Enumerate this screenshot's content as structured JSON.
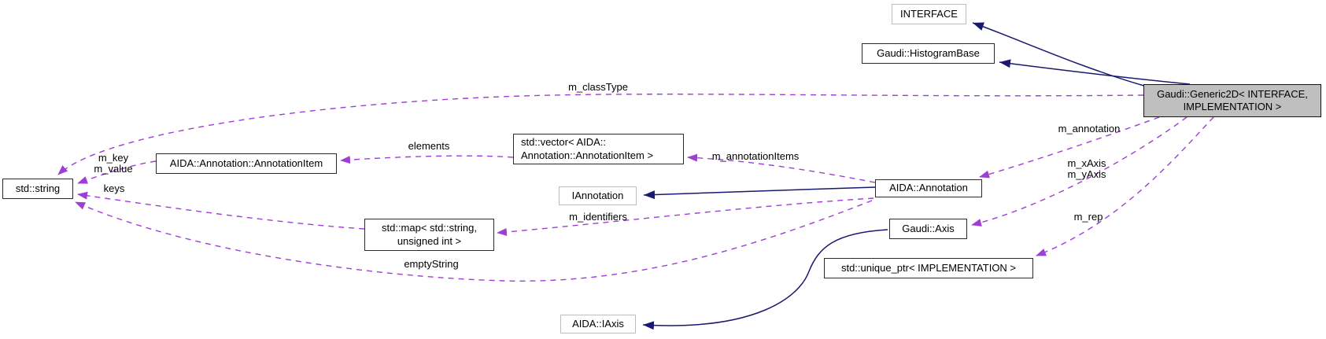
{
  "diagram": {
    "type": "doxygen-collaboration-graph",
    "colors": {
      "inheritance_edge": "#191970",
      "usage_edge": "#9e3fd3",
      "node_background": "#ffffff",
      "highlight_node_background": "#bfbfbf",
      "node_border_dark": "#2b2b2b",
      "node_border_light": "#bdbdbd"
    }
  },
  "nodes": [
    {
      "id": "interface",
      "label": "INTERFACE"
    },
    {
      "id": "histogram_base",
      "label": "Gaudi::HistogramBase"
    },
    {
      "id": "generic2d",
      "label": "Gaudi::Generic2D< INTERFACE,\nIMPLEMENTATION >"
    },
    {
      "id": "std_string",
      "label": "std::string"
    },
    {
      "id": "annotation_item",
      "label": "AIDA::Annotation::AnnotationItem"
    },
    {
      "id": "std_vector",
      "label": "std::vector< AIDA::\nAnnotation::AnnotationItem >"
    },
    {
      "id": "iannotation",
      "label": "IAnnotation"
    },
    {
      "id": "aida_annotation",
      "label": "AIDA::Annotation"
    },
    {
      "id": "std_map",
      "label": "std::map< std::string,\nunsigned int >"
    },
    {
      "id": "gaudi_axis",
      "label": "Gaudi::Axis"
    },
    {
      "id": "unique_ptr",
      "label": "std::unique_ptr< IMPLEMENTATION >"
    },
    {
      "id": "aida_iaxis",
      "label": "AIDA::IAxis"
    }
  ],
  "edges": [
    {
      "label": "m_classType",
      "from": "generic2d",
      "to": "std_string",
      "style": "usage"
    },
    {
      "label": "m_key\nm_value",
      "from": "annotation_item",
      "to": "std_string",
      "style": "usage"
    },
    {
      "label": "keys",
      "from": "std_map",
      "to": "std_string",
      "style": "usage"
    },
    {
      "label": "emptyString",
      "from": "aida_annotation",
      "to": "std_string",
      "style": "usage"
    },
    {
      "label": "elements",
      "from": "std_vector",
      "to": "annotation_item",
      "style": "usage"
    },
    {
      "label": "m_annotationItems",
      "from": "aida_annotation",
      "to": "std_vector",
      "style": "usage"
    },
    {
      "label": "m_identifiers",
      "from": "aida_annotation",
      "to": "std_map",
      "style": "usage"
    },
    {
      "label": "m_annotation",
      "from": "generic2d",
      "to": "aida_annotation",
      "style": "usage"
    },
    {
      "label": "m_xAxis\nm_yAxis",
      "from": "generic2d",
      "to": "gaudi_axis",
      "style": "usage"
    },
    {
      "label": "m_rep",
      "from": "generic2d",
      "to": "unique_ptr",
      "style": "usage"
    },
    {
      "label": "",
      "from": "generic2d",
      "to": "interface",
      "style": "inheritance"
    },
    {
      "label": "",
      "from": "generic2d",
      "to": "histogram_base",
      "style": "inheritance"
    },
    {
      "label": "",
      "from": "aida_annotation",
      "to": "iannotation",
      "style": "inheritance"
    },
    {
      "label": "",
      "from": "gaudi_axis",
      "to": "aida_iaxis",
      "style": "inheritance"
    }
  ]
}
